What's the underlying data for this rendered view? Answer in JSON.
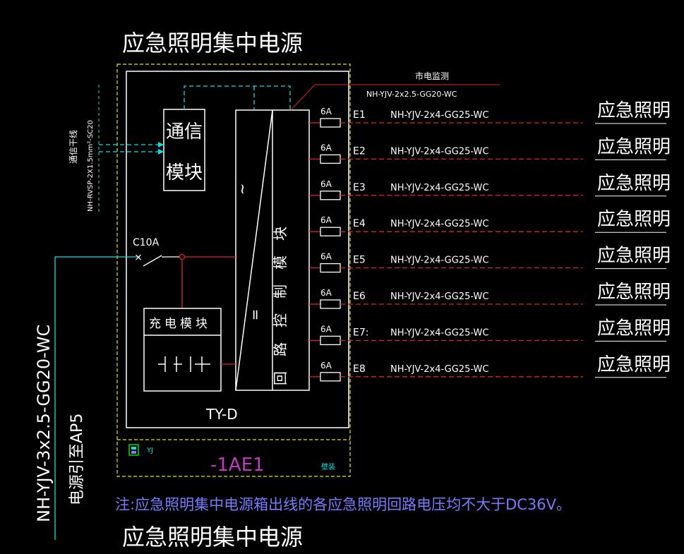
{
  "title_top": "应急照明集中电源",
  "title_bottom": "应急照明集中电源",
  "comm_module": [
    "通信",
    "模块"
  ],
  "charge_module": "充电模块",
  "circuit_module": "回路控制模块",
  "ac_symbol": "~",
  "dc_symbol": "=",
  "battery_symbol": "⊣|⊢",
  "breaker_label": "C10A",
  "model_label": "TY-D",
  "box_id": "-1AE1",
  "mount_note": "壁装",
  "yj_label": "YJ",
  "mains_monitor": {
    "title": "市电监测",
    "cable": "NH-YJV-2x2.5-GG20-WC"
  },
  "comm_line": {
    "title": "通信干线",
    "cable": "NH-RVSP-2X1.5mm²-SC20"
  },
  "power_in": {
    "cable": "NH-YJV-3x2.5-GG20-WC",
    "note": "电源引至AP5"
  },
  "circuits": [
    {
      "id": "E1",
      "fuse": "6A",
      "cable": "NH-YJV-2x4-GG25-WC",
      "load": "应急照明"
    },
    {
      "id": "E2",
      "fuse": "6A",
      "cable": "NH-YJV-2x4-GG25-WC",
      "load": "应急照明"
    },
    {
      "id": "E3",
      "fuse": "6A",
      "cable": "NH-YJV-2x4-GG25-WC",
      "load": "应急照明"
    },
    {
      "id": "E4",
      "fuse": "6A",
      "cable": "NH-YJV-2x4-GG25-WC",
      "load": "应急照明"
    },
    {
      "id": "E5",
      "fuse": "6A",
      "cable": "NH-YJV-2x4-GG25-WC",
      "load": "应急照明"
    },
    {
      "id": "E6",
      "fuse": "6A",
      "cable": "NH-YJV-2x4-GG25-WC",
      "load": "应急照明"
    },
    {
      "id": "E7:",
      "fuse": "6A",
      "cable": "NH-YJV-2x4-GG25-WC",
      "load": "应急照明"
    },
    {
      "id": "E8",
      "fuse": "6A",
      "cable": "NH-YJV-2x4-GG25-WC",
      "load": "应急照明"
    }
  ],
  "note": "注:应急照明集中电源箱出线的各应急照明回路电压均不大于DC36V。",
  "colors": {
    "background": "#000000",
    "outline": "#ffffff",
    "enclosure_dash": "#e8e800",
    "wire_red": "#e02020",
    "wire_cyan": "#00e5e5",
    "note_blue": "#7a7aff",
    "box_id_magenta": "#c23ac2"
  }
}
